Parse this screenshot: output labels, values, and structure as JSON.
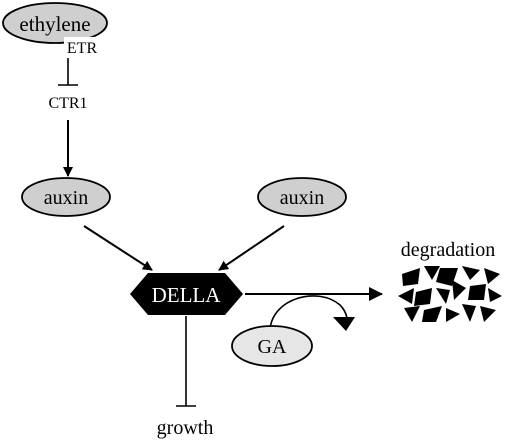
{
  "nodes": {
    "ethylene": "ethylene",
    "etr": "ETR",
    "ctr1": "CTR1",
    "auxin_left": "auxin",
    "auxin_right": "auxin",
    "della": "DELLA",
    "degradation": "degradation",
    "ga": "GA",
    "growth": "growth"
  },
  "colors": {
    "node_fill": "#cfcfcf",
    "della_fill": "#000000",
    "stroke": "#000000"
  }
}
